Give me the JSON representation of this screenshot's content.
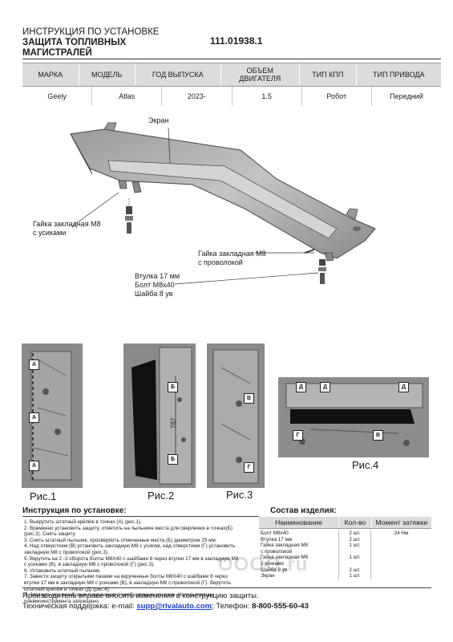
{
  "header": {
    "title_line1": "ИНСТРУКЦИЯ ПО УСТАНОВКЕ",
    "title_line2": "ЗАЩИТА ТОПЛИВНЫХ",
    "title_line3": "МАГИСТРАЛЕЙ",
    "product_code": "111.01938.1"
  },
  "spec_table": {
    "headers": [
      "МАРКА",
      "МОДЕЛЬ",
      "ГОД ВЫПУСКА",
      "ОБЪЕМ ДВИГАТЕЛЯ",
      "ТИП КПП",
      "ТИП ПРИВОДА"
    ],
    "values": [
      "Geely",
      "Atlas",
      "2023-",
      "1.5",
      "Робот",
      "Передний"
    ]
  },
  "diagram_labels": {
    "screen": "Экран",
    "nut_whisker_1": "Гайка закладная М8",
    "nut_whisker_2": "с усиками",
    "nut_wire_1": "Гайка закладная М8",
    "nut_wire_2": "с проволокой",
    "sleeve": "Втулка 17 мм",
    "bolt": "Болт М8х40",
    "washer": "Шайба 8 ув"
  },
  "figures": {
    "fig1": "Рис.1",
    "fig2": "Рис.2",
    "fig3": "Рис.3",
    "fig4": "Рис.4",
    "dimension": "787",
    "mark_a": "А",
    "mark_b": "Б",
    "mark_v": "В",
    "mark_g": "Г",
    "mark_d": "Д"
  },
  "instructions": {
    "title": "Инструкция по установке:",
    "steps": [
      "1. Выкрутить штатный крепёж в точках (А) (рис.1).",
      "2. Временно установить защиту, отметить на пыльнике места для сверления в точках(Б)",
      "(рис.2). Снять защиту.",
      "3. Снять штатный пыльник, просверлить отмеченные места (Б) диаметром 25 мм.",
      "4. Над отверстием (В) установить закладную М8 с усиком, над отверстием (Г) установить",
      "закладную М8 с проволокой (рис.3).",
      "5. Вкрутить на 2 -3 оборота болты М8Х40 с шайбами 8 через втулки 17 мм в закладную М8",
      "с усиками (В), в закладную М8 с проволокой (Г) (рис.3).",
      "6. Установить штатный пыльник.",
      "7. Завести защиту открытыми пазами на вкрученные болты М8Х40 с шайбами 8 через",
      "втулки 17 мм в закладную М8 с усиками (В), в закладную М8 с проволокой (Г). Вкрутить",
      "штатный крепёж в точках (Д) (рис.4).",
      "8. Затянуть все резьбовые соединения с необходимым усилием. Использование",
      "пневмоинструмента запрещено."
    ]
  },
  "parts": {
    "title": "Состав изделия:",
    "headers": [
      "Наименование",
      "Кол-во",
      "Момент затяжки"
    ],
    "rows": [
      {
        "name": "Болт М8х40",
        "qty": "2 шт.",
        "torque": "24 Нм"
      },
      {
        "name": "Втулка 17 мм",
        "qty": "2 шт.",
        "torque": ""
      },
      {
        "name": "Гайка закладная М8",
        "qty": "1 шт.",
        "torque": ""
      },
      {
        "name": "с проволокой",
        "qty": "",
        "torque": ""
      },
      {
        "name": "Гайка закладная М8",
        "qty": "1 шт.",
        "torque": ""
      },
      {
        "name": "с усиками",
        "qty": "",
        "torque": ""
      },
      {
        "name": "Шайба 8 ув",
        "qty": "2 шт.",
        "torque": ""
      },
      {
        "name": "Экран",
        "qty": "1 шт.",
        "torque": ""
      }
    ]
  },
  "footer": {
    "line1": "Производитель вправе вносить изменения в конструкцию защиты.",
    "support_label": "Техническая поддержка:  e-mail: ",
    "email": "supp@rivalauto.com",
    "phone_label": "; Телефон: ",
    "phone": "8-800-555-60-43"
  },
  "watermark": "ОООО.ru"
}
